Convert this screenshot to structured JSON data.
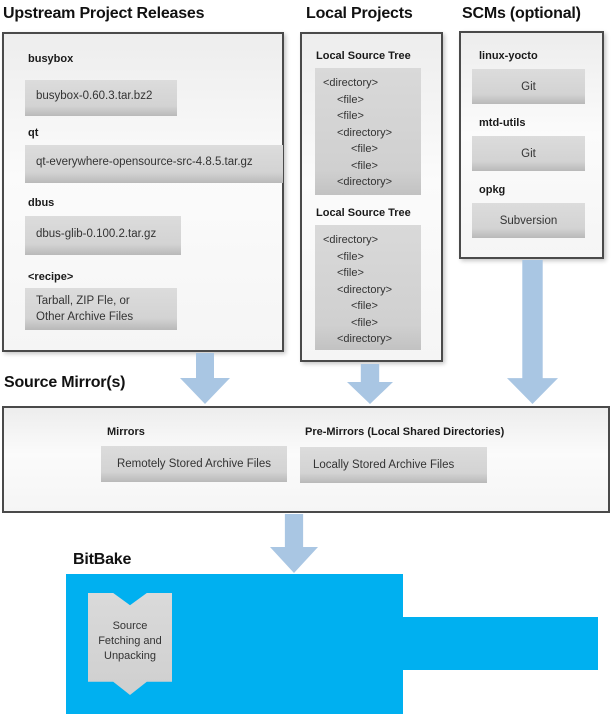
{
  "colors": {
    "bitbake_cyan": "#00b0f0",
    "arrow_blue": "#a9c6e3",
    "inner_box_gray": "#d3d3d3",
    "outer_box_border": "#4a4a4a"
  },
  "sections": {
    "upstream": {
      "title": "Upstream Project Releases",
      "items": [
        {
          "label": "busybox",
          "value": "busybox-0.60.3.tar.bz2"
        },
        {
          "label": "qt",
          "value": "qt-everywhere-opensource-src-4.8.5.tar.gz"
        },
        {
          "label": "dbus",
          "value": "dbus-glib-0.100.2.tar.gz"
        },
        {
          "label": "<recipe>",
          "value": "Tarball, ZIP Fle, or\nOther Archive Files"
        }
      ]
    },
    "local": {
      "title": "Local Projects",
      "tree_label": "Local Source Tree",
      "tree_lines": [
        "<directory>",
        "<file>",
        "<file>",
        "<directory>",
        "<file>",
        "<file>",
        "<directory>"
      ]
    },
    "scms": {
      "title": "SCMs (optional)",
      "items": [
        {
          "label": "linux-yocto",
          "value": "Git"
        },
        {
          "label": "mtd-utils",
          "value": "Git"
        },
        {
          "label": "opkg",
          "value": "Subversion"
        }
      ]
    },
    "mirrors": {
      "title": "Source Mirror(s)",
      "mirrors_label": "Mirrors",
      "mirrors_value": "Remotely Stored Archive Files",
      "premirrors_label": "Pre-Mirrors (Local Shared Directories)",
      "premirrors_value": "Locally Stored Archive Files"
    },
    "bitbake": {
      "title": "BitBake",
      "process_label": "Source Fetching and Unpacking"
    }
  }
}
